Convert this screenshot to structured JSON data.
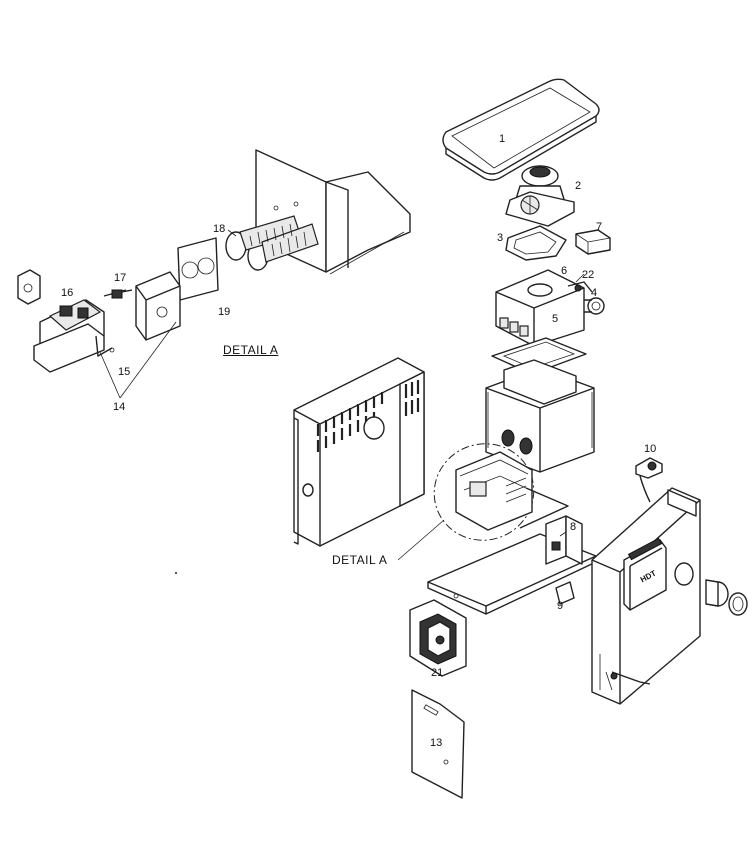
{
  "callouts": [
    {
      "id": "1",
      "text": "1"
    },
    {
      "id": "2",
      "text": "2"
    },
    {
      "id": "3",
      "text": "3"
    },
    {
      "id": "4",
      "text": "4"
    },
    {
      "id": "5",
      "text": "5"
    },
    {
      "id": "6",
      "text": "6"
    },
    {
      "id": "7",
      "text": "7"
    },
    {
      "id": "8",
      "text": "8"
    },
    {
      "id": "9",
      "text": "9"
    },
    {
      "id": "10",
      "text": "10"
    },
    {
      "id": "13",
      "text": "13"
    },
    {
      "id": "14",
      "text": "14"
    },
    {
      "id": "15",
      "text": "15"
    },
    {
      "id": "16",
      "text": "16"
    },
    {
      "id": "17",
      "text": "17"
    },
    {
      "id": "18",
      "text": "18"
    },
    {
      "id": "19",
      "text": "19"
    },
    {
      "id": "21",
      "text": "21"
    },
    {
      "id": "22",
      "text": "22"
    }
  ],
  "detail_heading": "DETAIL A",
  "detail_pointer": "DETAIL A",
  "control_box_logo": "HDT"
}
